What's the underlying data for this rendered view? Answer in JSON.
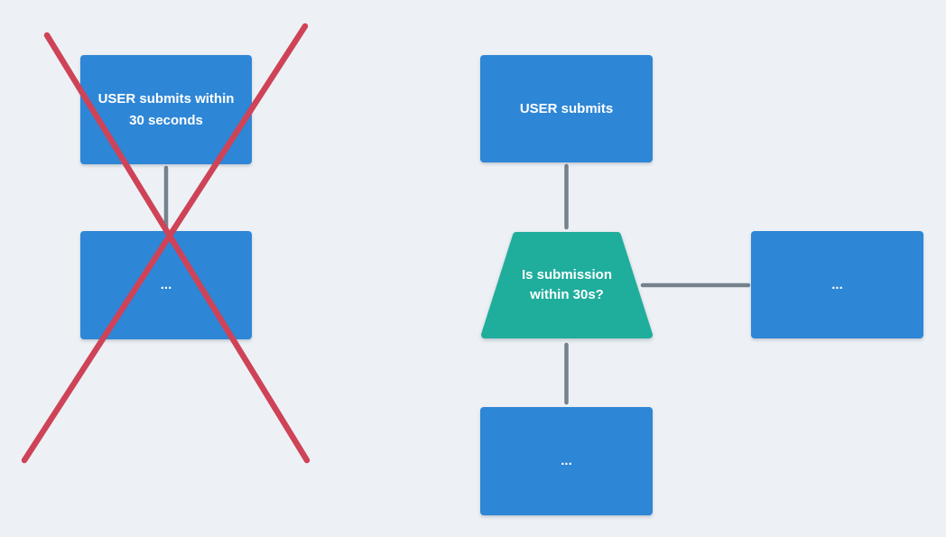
{
  "diagram": {
    "background_color": "#edf1f5",
    "left_flow": {
      "description": "crossed-out incorrect pattern",
      "crossed_out": true,
      "node_top": "USER submits within 30 seconds",
      "node_bottom": "..."
    },
    "right_flow": {
      "description": "correct pattern with decision shape",
      "node_top": "USER submits",
      "decision": "Is submission within 30s?",
      "node_right": "...",
      "node_bottom": "..."
    },
    "colors": {
      "process_node_fill": "#2e86d6",
      "decision_node_fill": "#1fad9c",
      "connector_stroke": "#75818d",
      "cross_out_stroke": "#ce4357",
      "node_text": "#ffffff"
    }
  }
}
